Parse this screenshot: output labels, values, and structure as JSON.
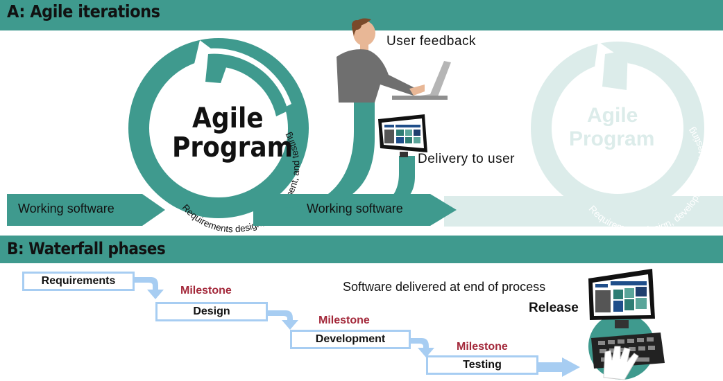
{
  "section_a": {
    "title": "A: Agile iterations"
  },
  "section_b": {
    "title": "B: Waterfall phases"
  },
  "agile": {
    "program_line1": "Agile",
    "program_line2": "Program",
    "cycle_text": "Requirements design, development, and testing",
    "working_software_left": "Working software",
    "working_software_mid": "Working software",
    "user_feedback": "User feedback",
    "delivery": "Delivery to user",
    "ghost_program_line1": "Agile",
    "ghost_program_line2": "Program"
  },
  "waterfall": {
    "phases": [
      "Requirements",
      "Design",
      "Development",
      "Testing"
    ],
    "milestone": "Milestone",
    "delivered_note": "Software delivered at end of process",
    "release": "Release"
  },
  "colors": {
    "teal": "#3f9a8e",
    "teal_light": "#dcecea",
    "box_border": "#a7cdf2",
    "milestone": "#a3283a"
  },
  "icons": [
    "person-laptop-icon",
    "monitor-icon",
    "monitor-keyboard-icon"
  ]
}
